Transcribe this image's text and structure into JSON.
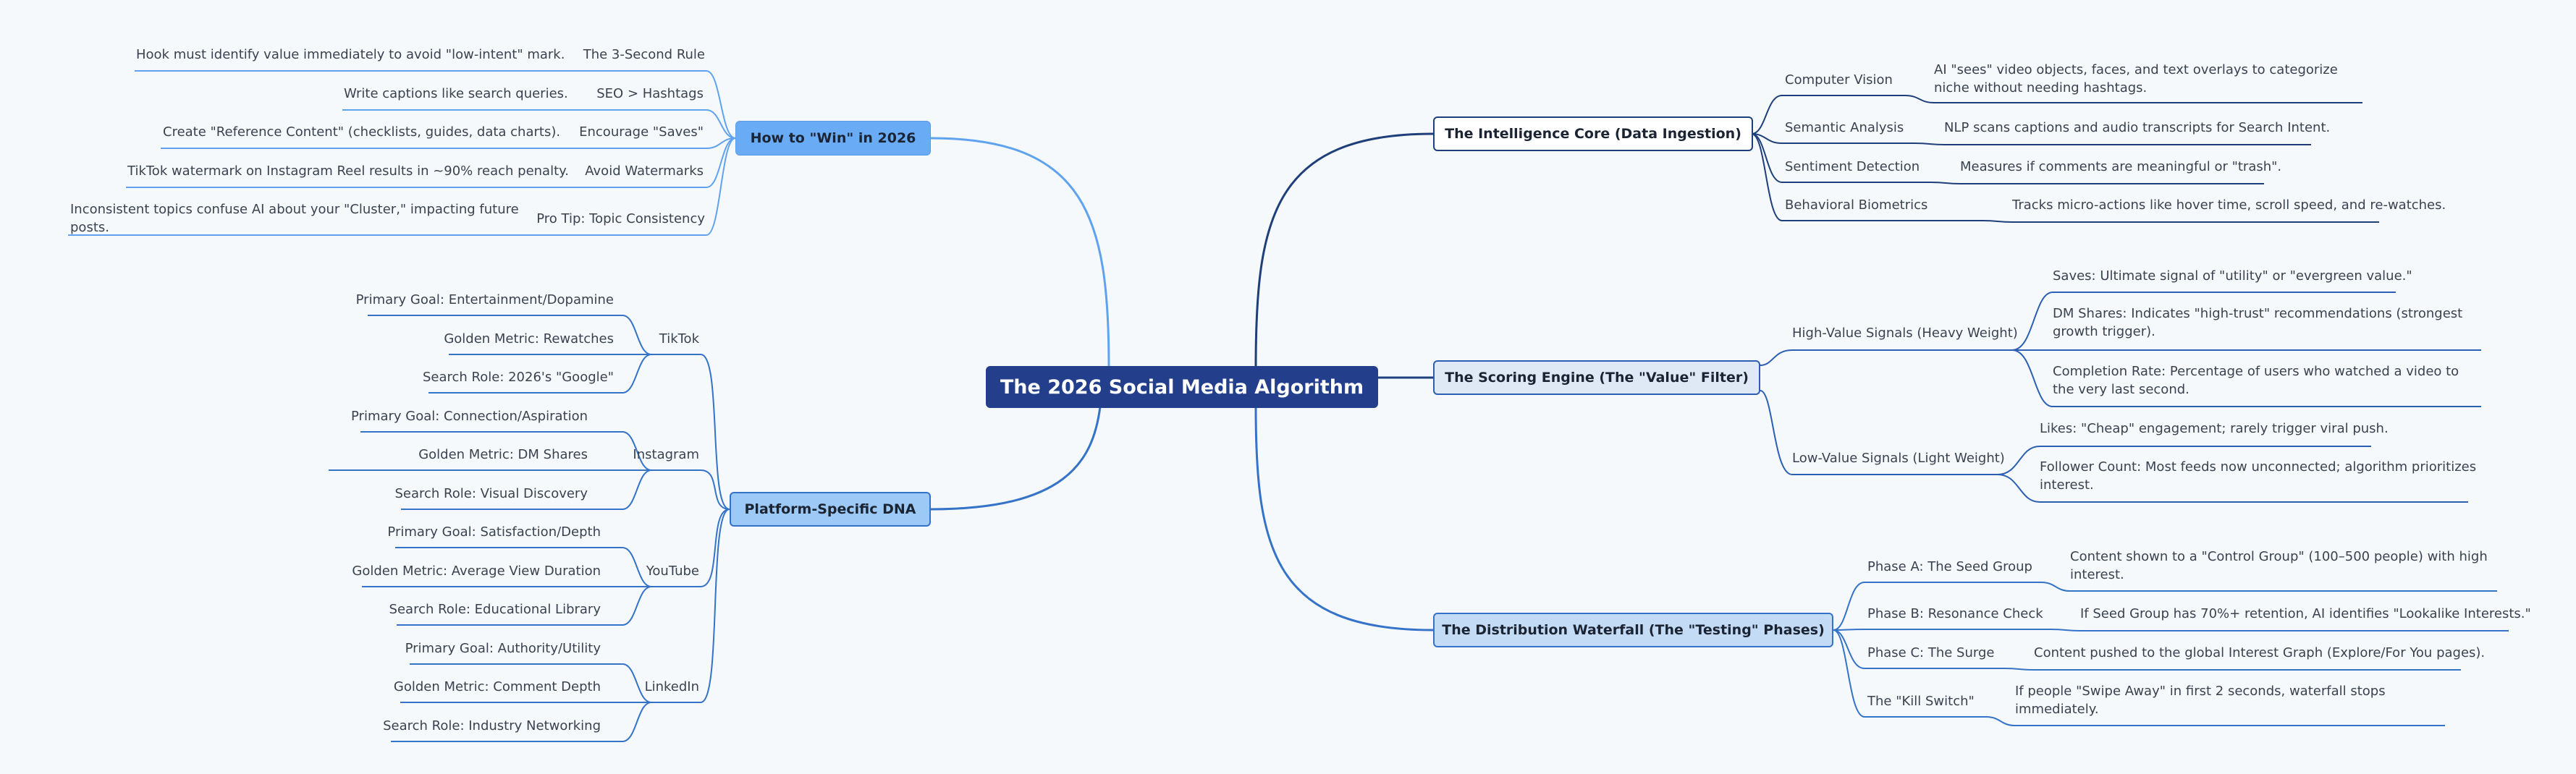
{
  "central": {
    "title": "The 2026 Social Media Algorithm"
  },
  "intel": {
    "title": "The Intelligence Core (Data Ingestion)",
    "items": [
      {
        "label": "Computer Vision",
        "detail": "AI \"sees\" video objects, faces, and text overlays to categorize niche without needing hashtags."
      },
      {
        "label": "Semantic Analysis",
        "detail": "NLP scans captions and audio transcripts for Search Intent."
      },
      {
        "label": "Sentiment Detection",
        "detail": "Measures if comments are meaningful or \"trash\"."
      },
      {
        "label": "Behavioral Biometrics",
        "detail": "Tracks micro-actions like hover time, scroll speed, and re-watches."
      }
    ]
  },
  "score": {
    "title": "The Scoring Engine (The \"Value\" Filter)",
    "high": {
      "label": "High-Value Signals (Heavy Weight)",
      "items": [
        "Saves: Ultimate signal of \"utility\" or \"evergreen value.\"",
        "DM Shares: Indicates \"high-trust\" recommendations (strongest growth trigger).",
        "Completion Rate: Percentage of users who watched a video to the very last second."
      ]
    },
    "low": {
      "label": "Low-Value Signals (Light Weight)",
      "items": [
        "Likes: \"Cheap\" engagement; rarely trigger viral push.",
        "Follower Count: Most feeds now unconnected; algorithm prioritizes interest."
      ]
    }
  },
  "dist": {
    "title": "The Distribution Waterfall (The \"Testing\" Phases)",
    "items": [
      {
        "label": "Phase A: The Seed Group",
        "detail": "Content shown to a \"Control Group\" (100–500 people) with high interest."
      },
      {
        "label": "Phase B: Resonance Check",
        "detail": "If Seed Group has 70%+ retention, AI identifies \"Lookalike Interests.\""
      },
      {
        "label": "Phase C: The Surge",
        "detail": "Content pushed to the global Interest Graph (Explore/For You pages)."
      },
      {
        "label": "The \"Kill Switch\"",
        "detail": "If people \"Swipe Away\" in first 2 seconds, waterfall stops immediately."
      }
    ]
  },
  "win": {
    "title": "How to \"Win\" in 2026",
    "items": [
      {
        "label": "The 3-Second Rule",
        "detail": "Hook must identify value immediately to avoid \"low-intent\" mark."
      },
      {
        "label": "SEO > Hashtags",
        "detail": "Write captions like search queries."
      },
      {
        "label": "Encourage \"Saves\"",
        "detail": "Create \"Reference Content\" (checklists, guides, data charts)."
      },
      {
        "label": "Avoid Watermarks",
        "detail": "TikTok watermark on Instagram Reel results in ~90% reach penalty."
      },
      {
        "label": "Pro Tip: Topic Consistency",
        "detail": "Inconsistent topics confuse AI about your \"Cluster,\" impacting future posts."
      }
    ]
  },
  "dna": {
    "title": "Platform-Specific DNA",
    "platforms": [
      {
        "name": "TikTok",
        "items": [
          "Primary Goal: Entertainment/Dopamine",
          "Golden Metric: Rewatches",
          "Search Role: 2026's \"Google\""
        ]
      },
      {
        "name": "Instagram",
        "items": [
          "Primary Goal: Connection/Aspiration",
          "Golden Metric: DM Shares",
          "Search Role: Visual Discovery"
        ]
      },
      {
        "name": "YouTube",
        "items": [
          "Primary Goal: Satisfaction/Depth",
          "Golden Metric: Average View Duration",
          "Search Role: Educational Library"
        ]
      },
      {
        "name": "LinkedIn",
        "items": [
          "Primary Goal: Authority/Utility",
          "Golden Metric: Comment Depth",
          "Search Role: Industry Networking"
        ]
      }
    ]
  }
}
